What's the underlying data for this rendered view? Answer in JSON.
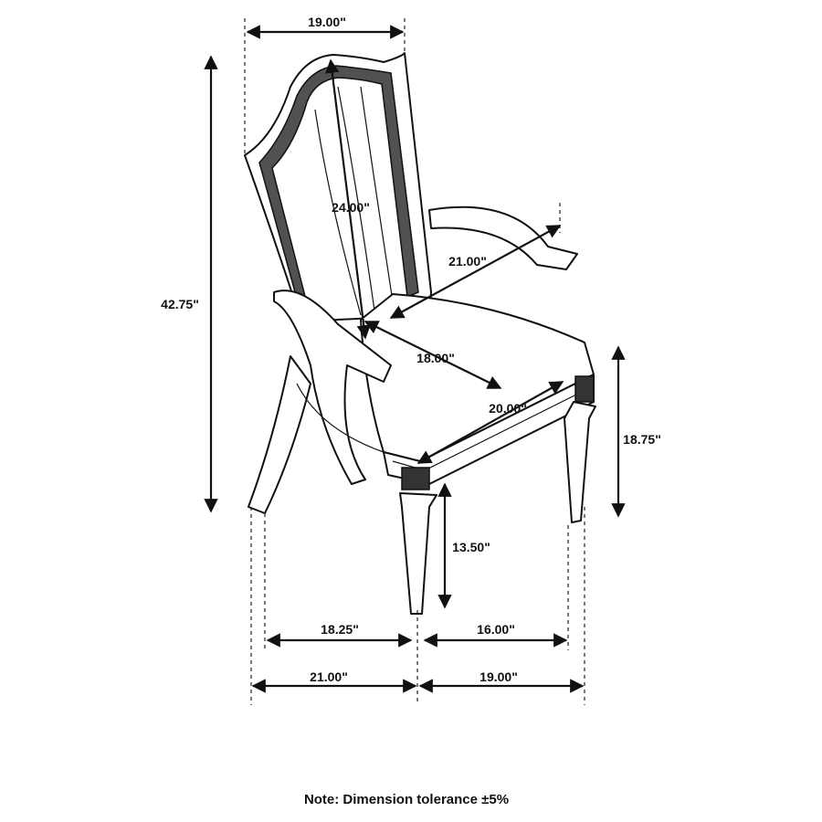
{
  "dimensions": {
    "back_width": "19.00\"",
    "overall_height": "42.75\"",
    "back_height": "24.00\"",
    "seat_depth_arm": "21.00\"",
    "seat_depth": "18.00\"",
    "seat_width": "20.00\"",
    "seat_height": "18.75\"",
    "apron_height": "13.50\"",
    "inner_depth": "18.25\"",
    "inner_width": "16.00\"",
    "overall_depth": "21.00\"",
    "overall_width": "19.00\""
  },
  "note": "Note: Dimension tolerance ±5%"
}
